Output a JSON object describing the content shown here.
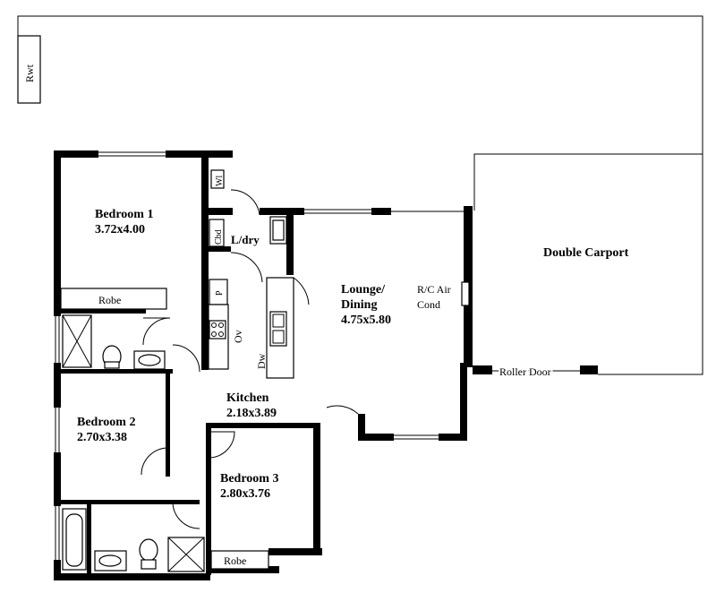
{
  "rooms": {
    "bedroom1": {
      "name": "Bedroom 1",
      "size": "3.72x4.00"
    },
    "bedroom2": {
      "name": "Bedroom 2",
      "size": "2.70x3.38"
    },
    "bedroom3": {
      "name": "Bedroom 3",
      "size": "2.80x3.76"
    },
    "lounge": {
      "name1": "Lounge/",
      "name2": "Dining",
      "size": "4.75x5.80"
    },
    "kitchen": {
      "name": "Kitchen",
      "size": "2.18x3.89"
    },
    "laundry": {
      "name": "L/dry"
    },
    "carport": {
      "name": "Double Carport"
    }
  },
  "labels": {
    "rwt": "Rwt",
    "robe1": "Robe",
    "robe3": "Robe",
    "aircon1": "R/C Air",
    "aircon2": "Cond",
    "roller_door": "Roller Door",
    "wl": "Wl",
    "cbd": "Cbd",
    "pantry": "P",
    "oven": "Ov",
    "dishwasher": "Dw"
  }
}
